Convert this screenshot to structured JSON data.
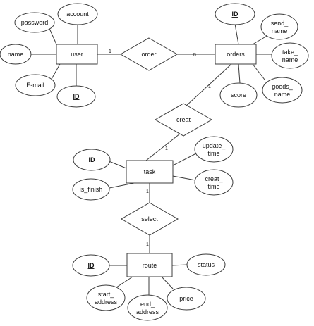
{
  "diagram": {
    "entities": {
      "user": "user",
      "orders": "orders",
      "task": "task",
      "route": "route"
    },
    "relationships": {
      "order": "order",
      "creat": "creat",
      "select": "select"
    },
    "attributes": {
      "user": {
        "password": "password",
        "account": "account",
        "name": "name",
        "email": "E-mail",
        "id": "ID"
      },
      "orders": {
        "id": "ID",
        "send_name": [
          "send_",
          "name"
        ],
        "take_name": [
          "take_",
          "name"
        ],
        "goods_name": [
          "goods_",
          "name"
        ],
        "score": "score"
      },
      "task": {
        "id": "ID",
        "is_finish": "is_finish",
        "update_time": [
          "update_",
          "time"
        ],
        "creat_time": [
          "creat_",
          "time"
        ]
      },
      "route": {
        "id": "ID",
        "status": "status",
        "start_address": [
          "start_",
          "address"
        ],
        "end_address": [
          "end_",
          "address"
        ],
        "price": "price"
      }
    },
    "cardinalities": {
      "user_order": "1",
      "order_orders": "n",
      "orders_creat": "1",
      "creat_task": "1",
      "task_select": "1",
      "select_route": "1"
    }
  }
}
